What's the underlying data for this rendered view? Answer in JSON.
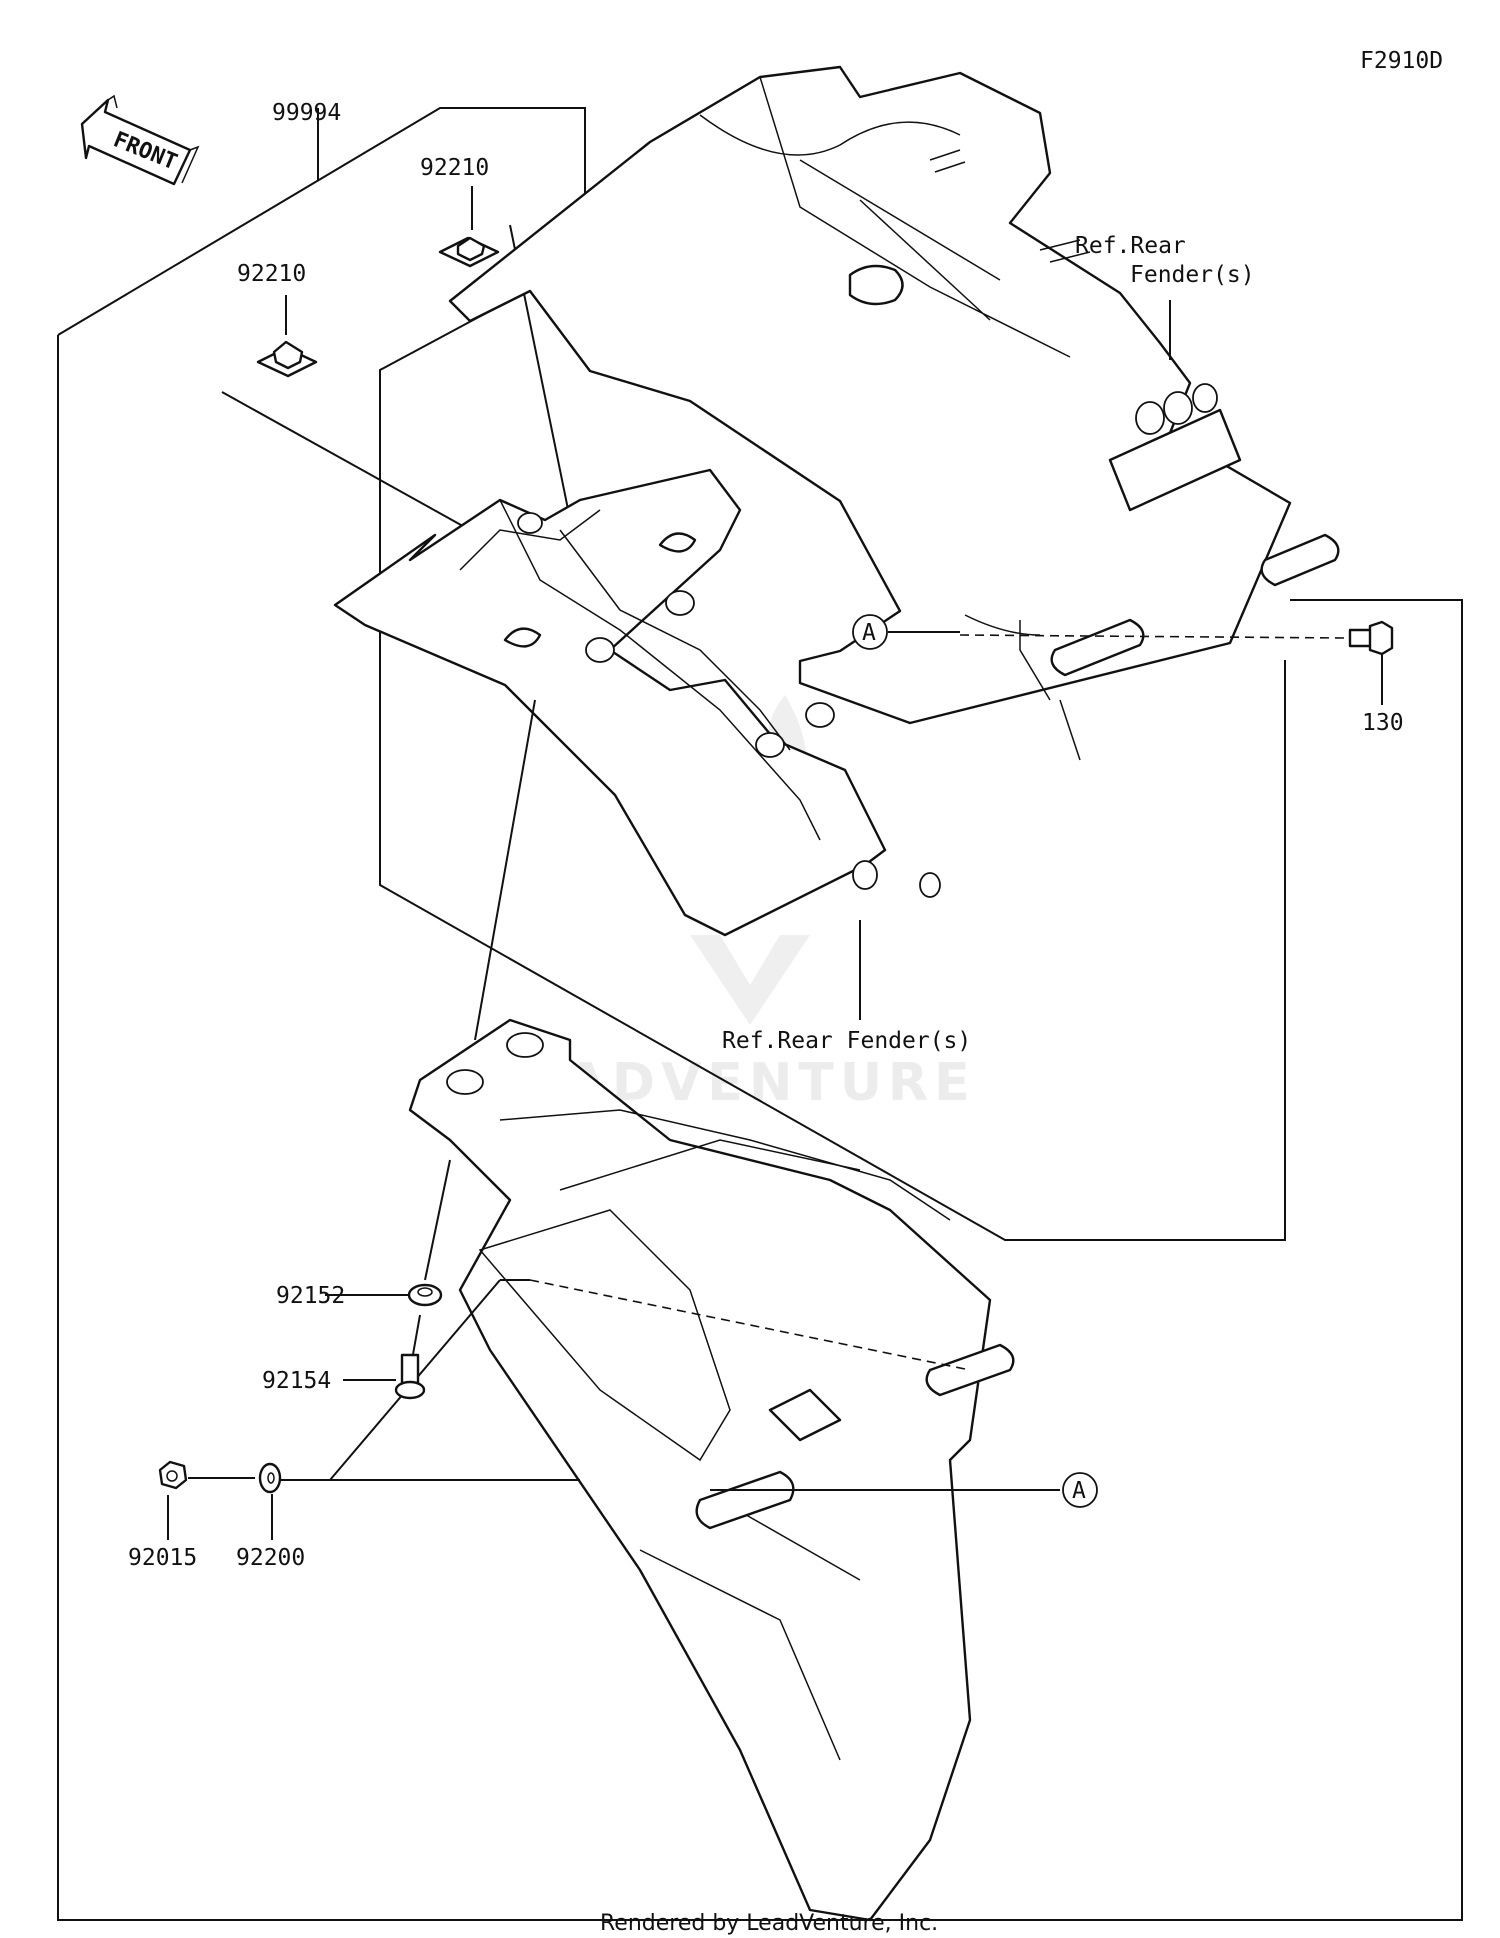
{
  "figure_code": "F2910D",
  "front_label": "FRONT",
  "callout_marker": "A",
  "ref_rear_fender_upper_line1": "Ref.Rear",
  "ref_rear_fender_upper_line2": "Fender(s)",
  "ref_rear_fender_lower": "Ref.Rear Fender(s)",
  "parts": {
    "p99994": "99994",
    "p92210_top": "92210",
    "p92210_left": "92210",
    "p130": "130",
    "p92152": "92152",
    "p92154": "92154",
    "p92015": "92015",
    "p92200": "92200"
  },
  "watermark": "LEADVENTURE",
  "footer": "Rendered by LeadVenture, Inc."
}
